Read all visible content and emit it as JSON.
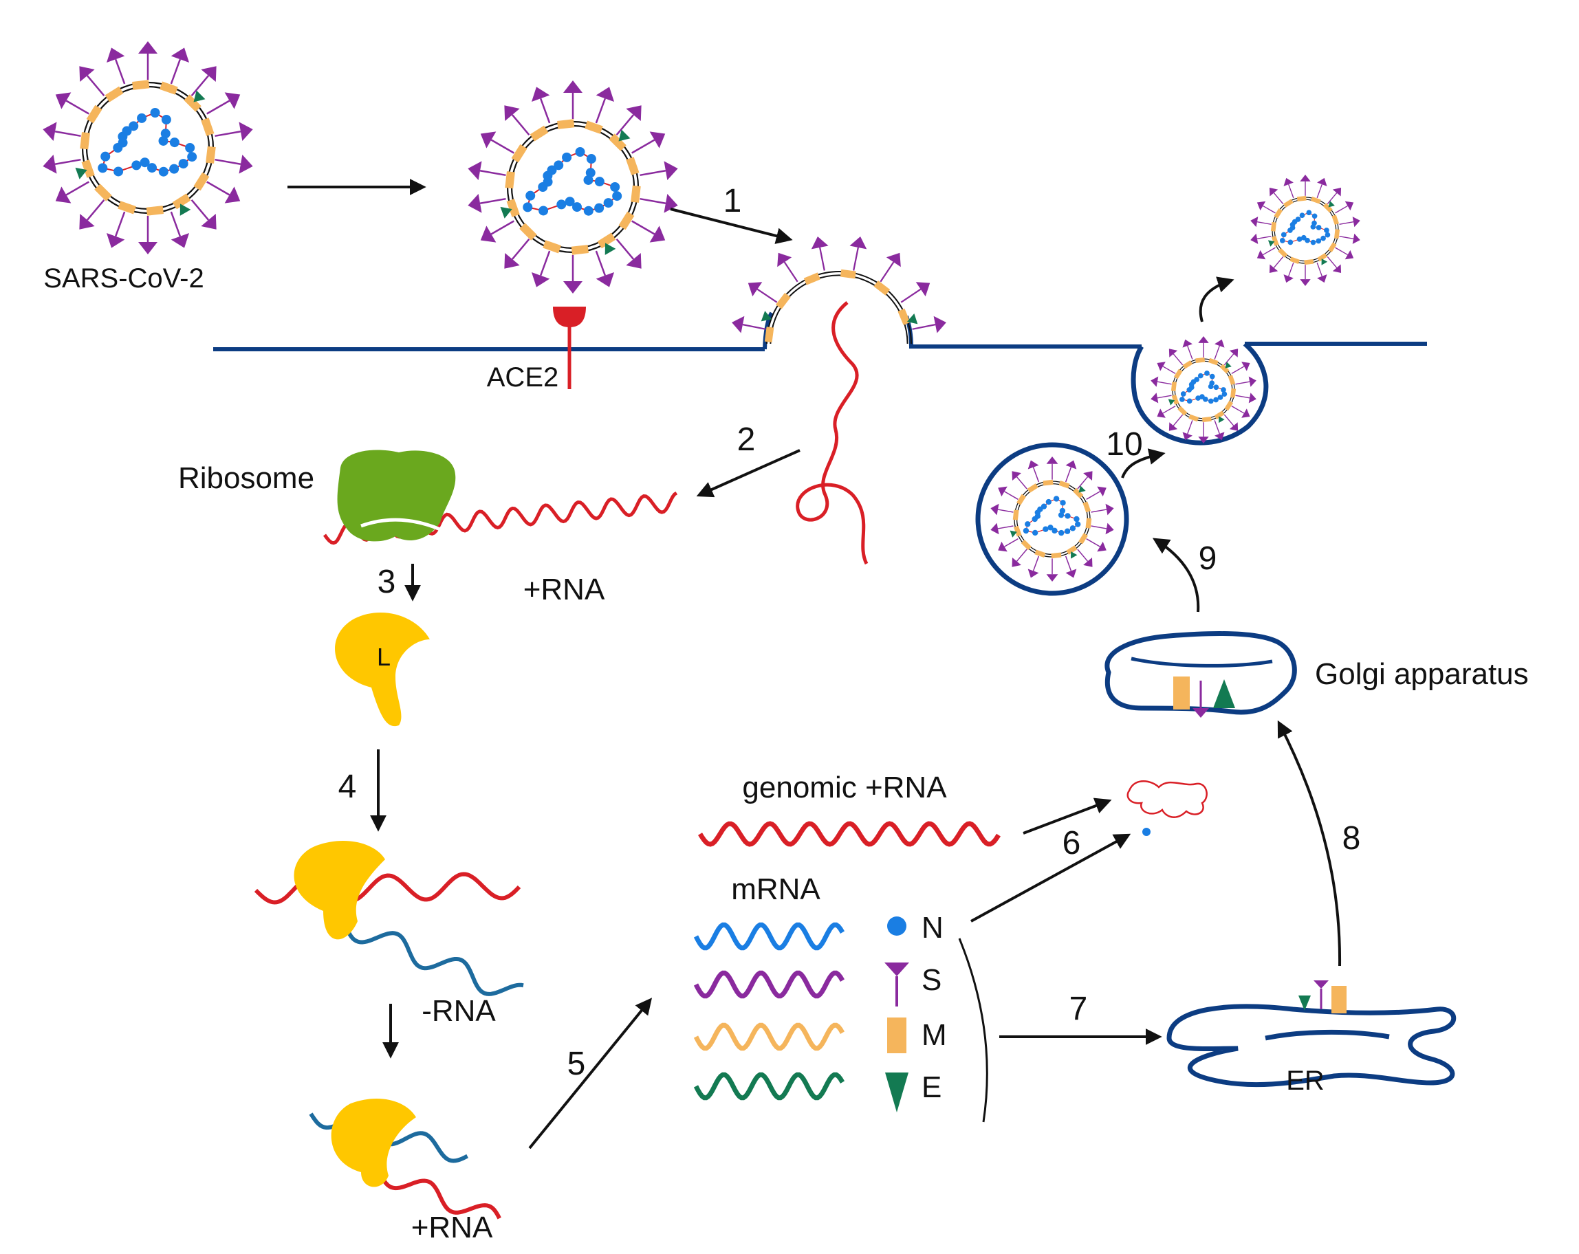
{
  "labels": {
    "virus": "SARS-CoV-2",
    "receptor": "ACE2",
    "ribosome": "Ribosome",
    "plus_rna_1": "+RNA",
    "polymerase": "L",
    "minus_rna": "-RNA",
    "plus_rna_2": "+RNA",
    "genomic": "genomic +RNA",
    "mrna": "mRNA",
    "golgi": "Golgi apparatus",
    "er": "ER"
  },
  "steps": [
    "1",
    "2",
    "3",
    "4",
    "5",
    "6",
    "7",
    "8",
    "9",
    "10"
  ],
  "proteins": [
    {
      "letter": "N",
      "shape": "circle",
      "color": "#1a7ee3",
      "mrna_color": "#1a7ee3"
    },
    {
      "letter": "S",
      "shape": "spike",
      "color": "#8a2a9e",
      "mrna_color": "#8a2a9e"
    },
    {
      "letter": "M",
      "shape": "rect",
      "color": "#f5b55c",
      "mrna_color": "#f5b55c"
    },
    {
      "letter": "E",
      "shape": "triangle",
      "color": "#137a52",
      "mrna_color": "#137a52"
    }
  ],
  "colors": {
    "membrane": "#0c3c82",
    "positive_rna": "#d91f26",
    "negative_rna": "#1d6b9e",
    "ribosome": "#6aa81e",
    "polymerase": "#ffc700",
    "spike": "#8a2a9e",
    "m_protein": "#f5b55c",
    "e_protein": "#137a52",
    "n_protein": "#1a7ee3"
  }
}
